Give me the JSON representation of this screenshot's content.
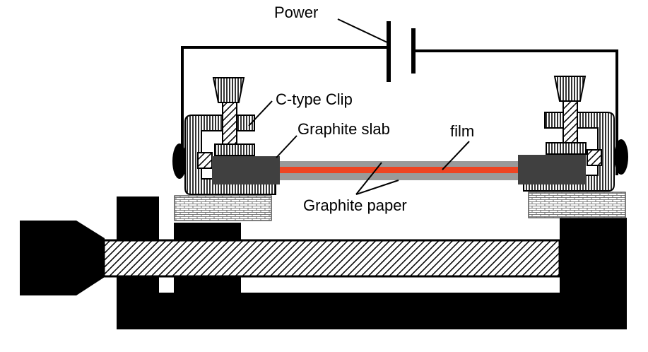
{
  "labels": {
    "power": "Power",
    "clip": "C-type Clip",
    "slab": "Graphite slab",
    "film": "film",
    "paper": "Graphite paper"
  },
  "colors": {
    "film": "#ee4422",
    "graphite_paper": "#9a9a9a",
    "graphite_slab": "#404040",
    "frame": "#000000"
  }
}
